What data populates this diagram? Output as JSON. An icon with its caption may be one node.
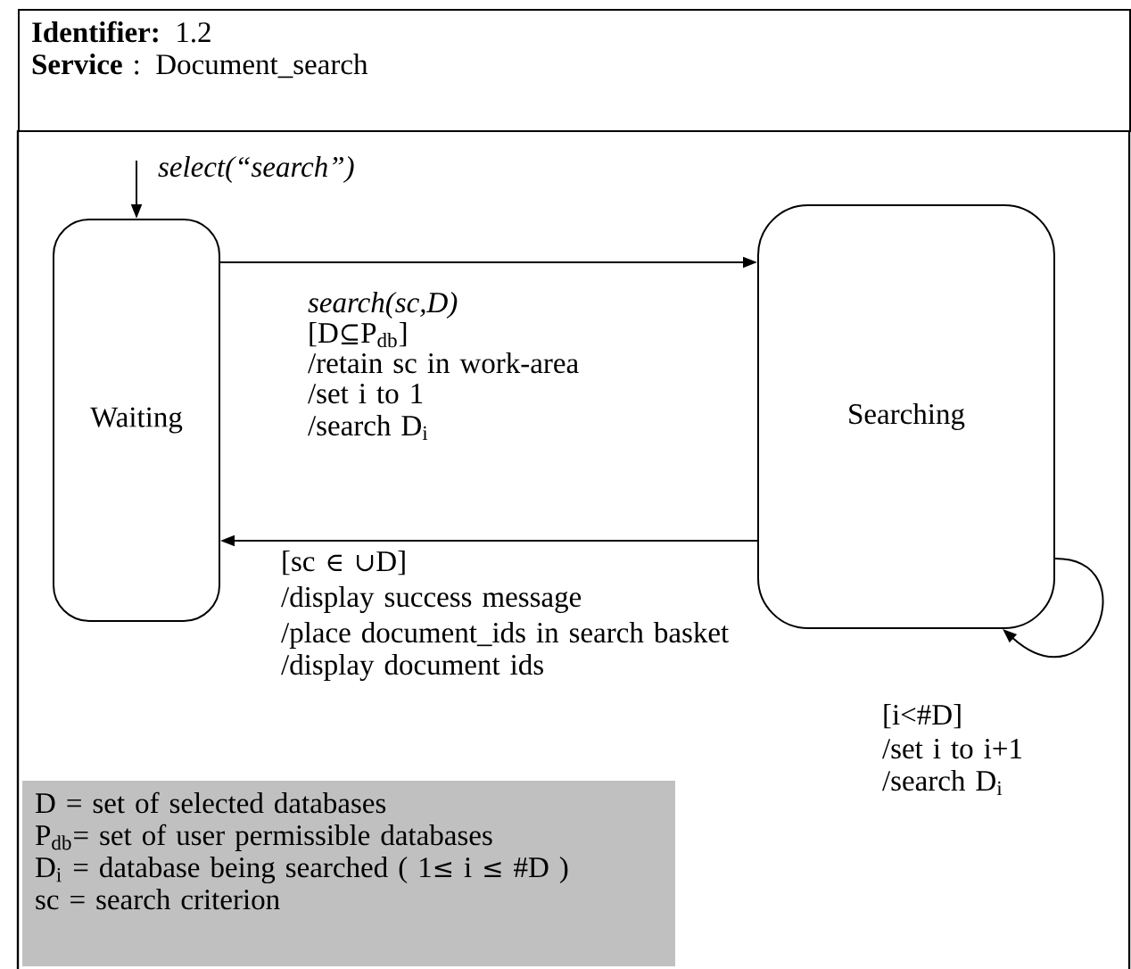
{
  "diagram": {
    "nodes": [
      {
        "text": [
          "**Identifier:** 1.2",
          "**Service** : Document_search"
        ]
      },
      {
        "text": [
          "Waiting"
        ]
      },
      {
        "text": [
          "Searching"
        ]
      },
      {
        "text": [
          "D = set of selected databases",
          "P$_{db}$= set of user permissible databases",
          "D$_{i}$ = database being searched ( 1≤ i ≤ #D )",
          "sc = search criterion"
        ]
      }
    ],
    "edges": [
      {
        "from": null,
        "to": 1,
        "arrow": "to",
        "label": "select(“search”)"
      },
      {
        "from": 1,
        "to": 2,
        "arrow": "to",
        "label": "*search(sc,D)* [D⊆P$_{db}$] /retain sc in work-area /set i to 1 /search D$_{i}$"
      },
      {
        "from": 2,
        "to": 1,
        "arrow": "to",
        "label": "[sc ∈ ∪D] /display success message /place document_ids in search basket /display document ids"
      },
      {
        "from": 2,
        "to": 2,
        "arrow": "to",
        "label": "[i<#D] /set i to i+1 /search D$_{i}$"
      }
    ]
  }
}
